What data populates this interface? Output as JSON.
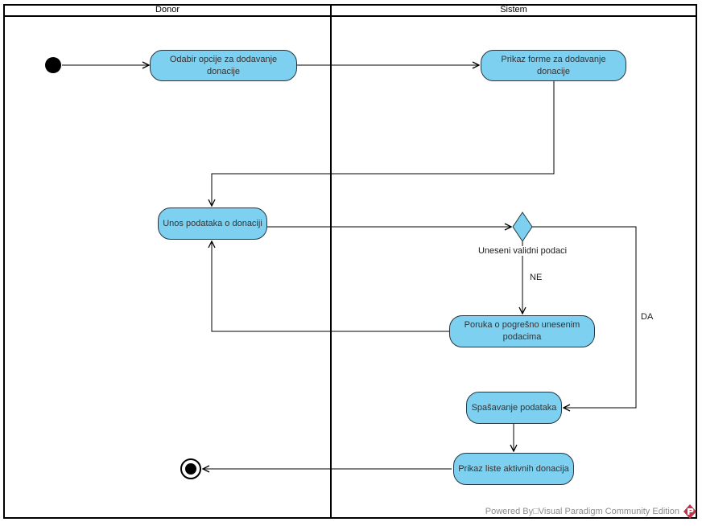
{
  "diagram": {
    "title_hint": "UML activity diagram - adding a donation",
    "lanes": [
      {
        "label": "Donor"
      },
      {
        "label": "Sistem"
      }
    ],
    "nodes": {
      "start": {
        "type": "initial-node"
      },
      "odabir": {
        "label": "Odabir opcije za dodavanje donacije"
      },
      "prikaz_forme": {
        "label": "Prikaz forme za dodavanje donacije"
      },
      "unos": {
        "label": "Unos podataka o donaciji"
      },
      "decision": {
        "type": "decision-diamond",
        "guard": "Uneseni validni podaci"
      },
      "poruka": {
        "label": "Poruka o pogrešno unesenim podacima"
      },
      "spasavanje": {
        "label": "Spašavanje podataka"
      },
      "prikaz_liste": {
        "label": "Prikaz liste aktivnih donacija"
      },
      "end": {
        "type": "final-node"
      }
    },
    "edge_labels": {
      "no": "NE",
      "yes": "DA"
    },
    "colors": {
      "activity_fill": "#7ed0f0",
      "activity_border": "#26353f",
      "line": "#000000",
      "footer_text": "#8c8c8c",
      "logo_red": "#c0344b"
    }
  },
  "footer": {
    "powered_by": "Powered By□Visual Paradigm Community Edition"
  }
}
